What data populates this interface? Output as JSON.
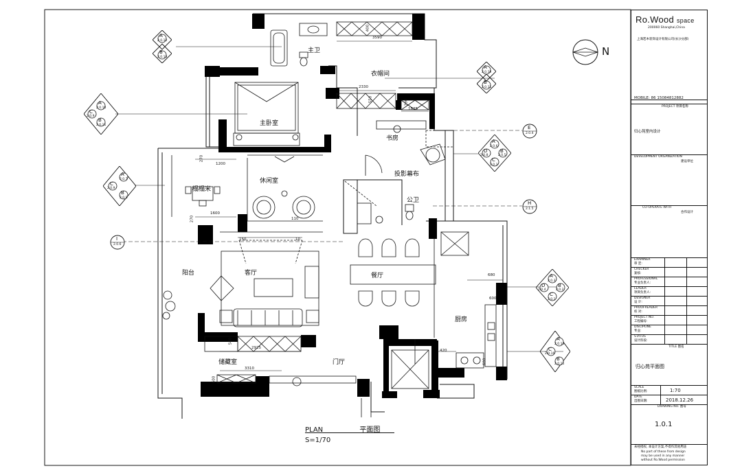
{
  "rooms": {
    "master_bath": "主卫",
    "closet": "衣帽间",
    "master_bedroom": "主卧室",
    "study": "书房",
    "projection": "投影幕布",
    "lounge": "休闲室",
    "tatami": "榻榻米",
    "public_bath": "公卫",
    "balcony": "阳台",
    "living": "客厅",
    "dining": "餐厅",
    "kitchen": "厨房",
    "storage": "储藏室",
    "foyer": "门厅"
  },
  "dimensions": {
    "d3590": "3590",
    "d400": "400",
    "d2330": "2330",
    "d550": "550",
    "d1835": "1835",
    "d390": "390",
    "d270a": "270",
    "d1200": "1200",
    "d1600": "1600",
    "d270b": "270",
    "d110": "110",
    "d150": "150",
    "d10": "10",
    "d680": "680",
    "d600a": "600",
    "d600b": "600",
    "d420": "420",
    "d580": "580",
    "d2925": "2925",
    "d3310": "3310",
    "d600c": "600"
  },
  "markers": {
    "m1": {
      "top": "A",
      "bottom": "B",
      "ref_top": "2.0.12",
      "ref_bottom": "2.0.13"
    },
    "m2": {
      "top": "A",
      "bottom": "B",
      "ref_top": "2.0.10",
      "ref_bottom": "2.0.11"
    },
    "m3": {
      "top": "A",
      "left": "C",
      "bottom": "B",
      "ref_top": "2.0.10",
      "ref_left": "2.0.9",
      "ref_bottom": "2.0.11"
    },
    "m4": {
      "top": "A",
      "left": "C",
      "bottom": "B",
      "ref_top": "2.0.7",
      "ref_left": "2.0.9",
      "ref_bottom": "2.0.8"
    },
    "m5": {
      "top": "A",
      "left": "D",
      "right": "B",
      "bottom": "C",
      "ref_top": "2.0.6",
      "ref_left": "2.0.8",
      "ref_right": "2.0.5",
      "ref_bottom": "2.0.3"
    },
    "m6": {
      "top": "A",
      "left": "D",
      "right": "B",
      "bottom": "C",
      "ref_top": "2.0.3",
      "ref_left": "2.0.4",
      "ref_right": "2.0.2",
      "ref_bottom": "2.0.1"
    },
    "m7": {
      "top": "A",
      "left": "C",
      "bottom": "B",
      "ref_top": "2.0.14",
      "ref_left": "2.0.16",
      "ref_bottom": "2.0.15"
    },
    "E": {
      "label": "E",
      "ref": "2.0.4"
    },
    "H": {
      "label": "H",
      "ref": "2.1.5"
    },
    "I": {
      "label": "I",
      "ref": "2.0.6"
    }
  },
  "north": "N",
  "plan_title": {
    "en": "PLAN",
    "cn": "平面图",
    "scale": "S=1/70"
  },
  "title_block": {
    "logo_main": "Ro.Wood",
    "logo_sub": "space",
    "address": "200060 Shanghai,China",
    "company_cn": "上海若木装饰设计有限公司(长沙分部)",
    "mobile": "MOBILE: 86 15084812882",
    "project_label": "PROJECT 项目名称",
    "project_name": "归心苑室内设计",
    "dev_org_label": "DEVELOPMENT ORGANIZATION",
    "dev_org_cn": "建设单位",
    "cooperate_label": "CO-OPERATE WITH",
    "cooperate_cn": "合作设计",
    "examiner": "EXAMINER",
    "examiner_cn": "审 定:",
    "checker": "CHECKER",
    "checker_cn": "复核:",
    "professional": "PROFESSIONAL",
    "professional_cn": "专业负责人:",
    "leader": "LEADER",
    "leader_cn": "项目负责人:",
    "designer": "DESIGNER",
    "designer_cn": "设 计:",
    "proofreader": "PROOFREADER",
    "proofreader_cn": "校 对:",
    "project_no": "PROJECT NO.",
    "project_no_cn": "工程编号:",
    "discipline": "DISCIPLINE",
    "discipline_cn": "专业:",
    "status": "STATUS",
    "status_cn": "设计阶段:",
    "title_label": "TITLE 图名",
    "drawing_title": "归心苑平面图",
    "scale_label": "SCALE",
    "scale_cn": "图纸比例:",
    "scale_value": "1:70",
    "date_label": "DATE",
    "date_cn": "出图日期:",
    "date_value": "2018.12.26",
    "drawing_no_label": "DRAWING NO.",
    "drawing_no_cn": "图号",
    "drawing_no": "1.0.1",
    "notice_cn": "未经授权, 本设计方案,不得作其他用途",
    "notice_en1": "No part of these from design",
    "notice_en2": "may be used in any manner",
    "notice_en3": "without Ro.Wood permission"
  },
  "colors": {
    "line": "#111111",
    "wall": "#000000",
    "paper": "#ffffff"
  }
}
